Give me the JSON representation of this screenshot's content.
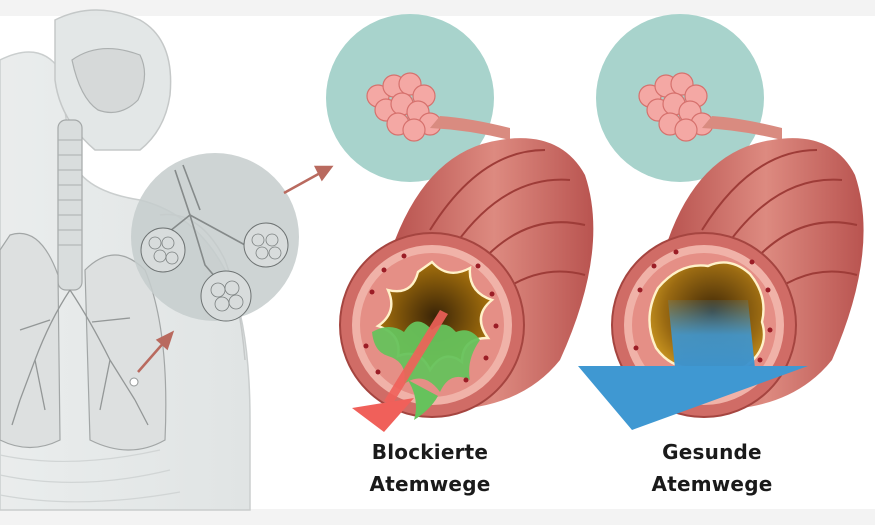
{
  "labels": {
    "blocked": {
      "line1": "Blockierte",
      "line2": "Atemwege"
    },
    "healthy": {
      "line1": "Gesunde",
      "line2": "Atemwege"
    }
  },
  "colors": {
    "background": "#f3f3f3",
    "panel": "#ffffff",
    "zoom_circle": "#a8d3cc",
    "airway_wall": "#c8605a",
    "airway_highlight": "#e48c84",
    "alveoli": "#f2a3a0",
    "mucus": "#66c25c",
    "blocked_arrow": "#f0605a",
    "healthy_arrow": "#3f98d2",
    "pointer_arrow": "#b96a5f"
  },
  "icons": {
    "body": "human-torso-lungs-illustration",
    "bronchi": "bronchioles-alveoli-magnified",
    "alveolus": "alveoli-cluster"
  }
}
